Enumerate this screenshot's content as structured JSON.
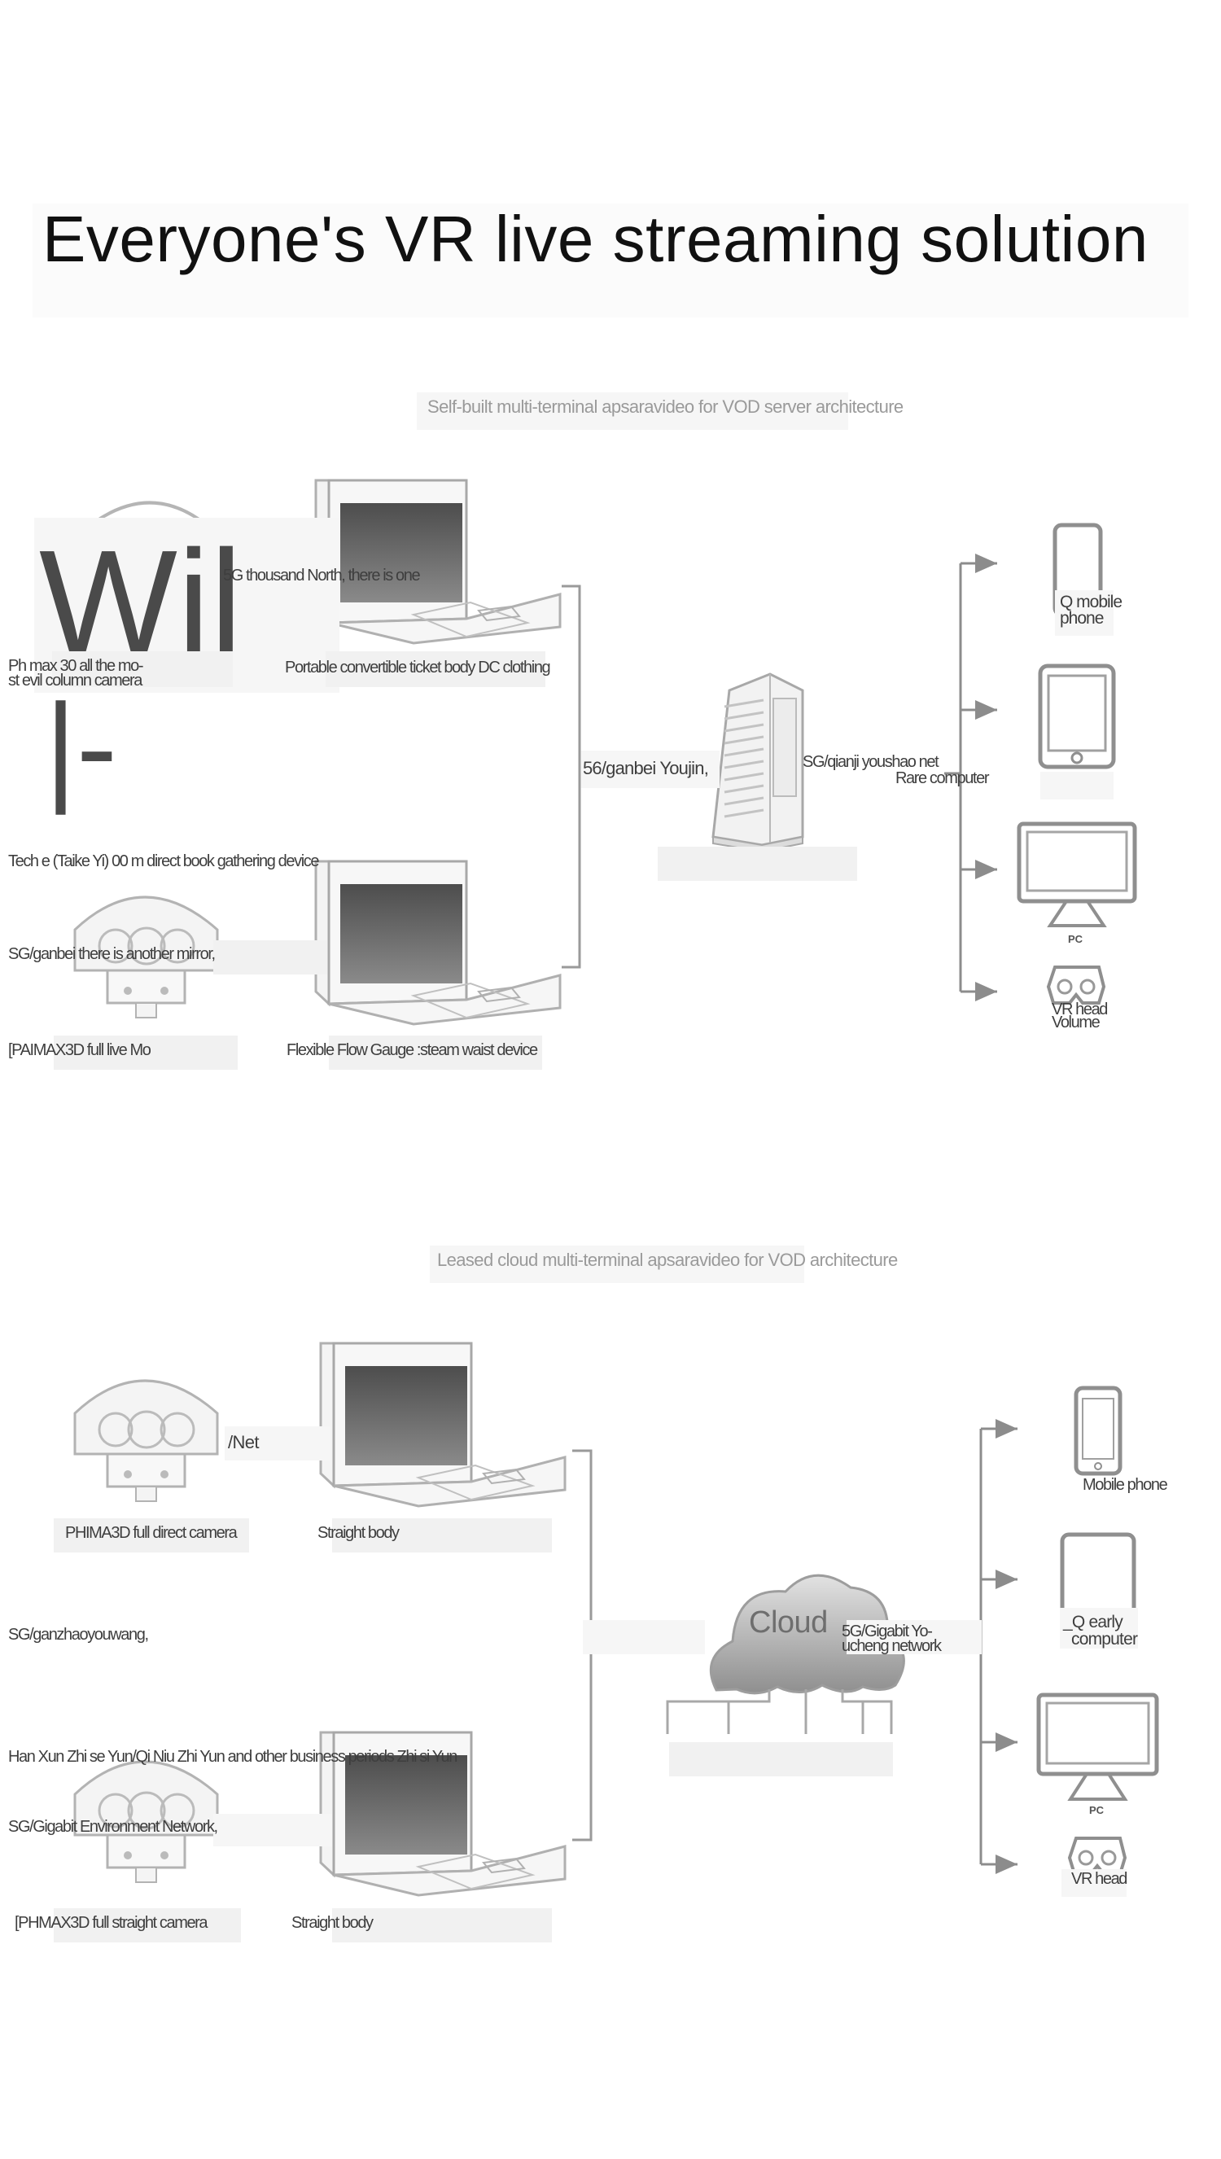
{
  "title": "Everyone's VR live streaming solution",
  "section1": {
    "subtitle": "Self-built multi-terminal apsaravideo for VOD server architecture",
    "big_text_1": "Wil",
    "big_text_2": "|-",
    "labels": {
      "l1": "5G thousand North, there is one",
      "l2a": "Ph max 30 all the mo-",
      "l2b": "st evil column camera",
      "l3": "Portable convertible ticket body DC clothing",
      "l4": "56/ganbei Youjin,",
      "l5": "SG/qianji youshao net",
      "l6": "Rare computer",
      "l7": "Tech e (Taike Yi) 00 m direct book gathering device",
      "l8": "SG/ganbei there is another mirror,",
      "l9": "[PAIMAX3D full live Mo",
      "l10": "Flexible Flow Gauge :steam waist device"
    },
    "terminals": {
      "t1a": "Q mobile",
      "t1b": "phone",
      "pc": "PC",
      "t4a": "VR head",
      "t4b": "Volume"
    }
  },
  "section2": {
    "subtitle": "Leased cloud multi-terminal apsaravideo for VOD architecture",
    "cloud_label": "Cloud",
    "labels": {
      "m1": "/Net",
      "m2": "PHIMA3D full direct camera",
      "m3": "Straight body",
      "m4": "SG/ganzhaoyouwang,",
      "m5a": "5G/Gigabit Yo-",
      "m5b": "ucheng network",
      "m6": "Han Xun Zhi se Yun/Qi Niu Zhi Yun and other business periods Zhi si Yun",
      "m7": "SG/Gigabit Environment Network,",
      "m8": "[PHMAX3D full straight camera",
      "m9": "Straight body"
    },
    "terminals": {
      "t1": "Mobile phone",
      "t2a": "_Q early",
      "t2b": "computer",
      "pc": "PC",
      "t4": "VR head"
    }
  },
  "colors": {
    "line": "#8c8c8c",
    "text": "#3e3e3e",
    "subtitle": "#9a9a9a"
  }
}
